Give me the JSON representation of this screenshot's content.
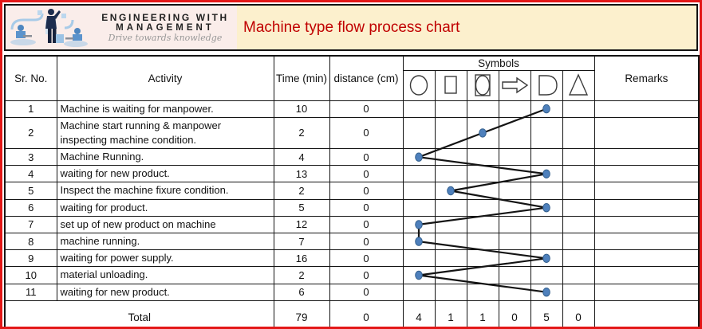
{
  "logo": {
    "line1": "ENGINEERING WITH",
    "line2": "MANAGEMENT",
    "tagline": "Drive towards knowledge"
  },
  "title": "Machine type flow process chart",
  "colors": {
    "outer_border": "#e31717",
    "title_bg": "#fcf0cd",
    "title_color": "#c00000",
    "logo_bg": "#faedea",
    "grid": "#141414",
    "dot_fill": "#4e80bc",
    "dot_stroke": "#35618f",
    "flow_line": "#141414"
  },
  "table": {
    "headers": {
      "sr": "Sr. No.",
      "activity": "Activity",
      "time": "Time (min)",
      "distance": "distance (cm)",
      "symbols": "Symbols",
      "remarks": "Remarks"
    },
    "symbol_names": [
      "operation-circle",
      "inspection-square",
      "combined-operation-inspection",
      "transport-arrow",
      "delay-d",
      "storage-triangle"
    ],
    "rows": [
      {
        "sr": "1",
        "activity": "Machine is waiting for manpower.",
        "time": "10",
        "distance": "0",
        "symbol": 4,
        "remarks": ""
      },
      {
        "sr": "2",
        "activity": "Machine start running & manpower inspecting machine condition.",
        "time": "2",
        "distance": "0",
        "symbol": 2,
        "remarks": ""
      },
      {
        "sr": "3",
        "activity": "Machine Running.",
        "time": "4",
        "distance": "0",
        "symbol": 0,
        "remarks": ""
      },
      {
        "sr": "4",
        "activity": "waiting for new product.",
        "time": "13",
        "distance": "0",
        "symbol": 4,
        "remarks": ""
      },
      {
        "sr": "5",
        "activity": "Inspect the machine fixure condition.",
        "time": "2",
        "distance": "0",
        "symbol": 1,
        "remarks": ""
      },
      {
        "sr": "6",
        "activity": "waiting for product.",
        "time": "5",
        "distance": "0",
        "symbol": 4,
        "remarks": ""
      },
      {
        "sr": "7",
        "activity": "set up of new product on machine",
        "time": "12",
        "distance": "0",
        "symbol": 0,
        "remarks": ""
      },
      {
        "sr": "8",
        "activity": "machine running.",
        "time": "7",
        "distance": "0",
        "symbol": 0,
        "remarks": ""
      },
      {
        "sr": "9",
        "activity": "waiting for power supply.",
        "time": "16",
        "distance": "0",
        "symbol": 4,
        "remarks": ""
      },
      {
        "sr": "10",
        "activity": "material unloading.",
        "time": "2",
        "distance": "0",
        "symbol": 0,
        "remarks": ""
      },
      {
        "sr": "11",
        "activity": "waiting for new product.",
        "time": "6",
        "distance": "0",
        "symbol": 4,
        "remarks": ""
      }
    ],
    "total": {
      "label": "Total",
      "time": "79",
      "distance": "0",
      "symbols": [
        "4",
        "1",
        "1",
        "0",
        "5",
        "0"
      ],
      "remarks": ""
    }
  }
}
